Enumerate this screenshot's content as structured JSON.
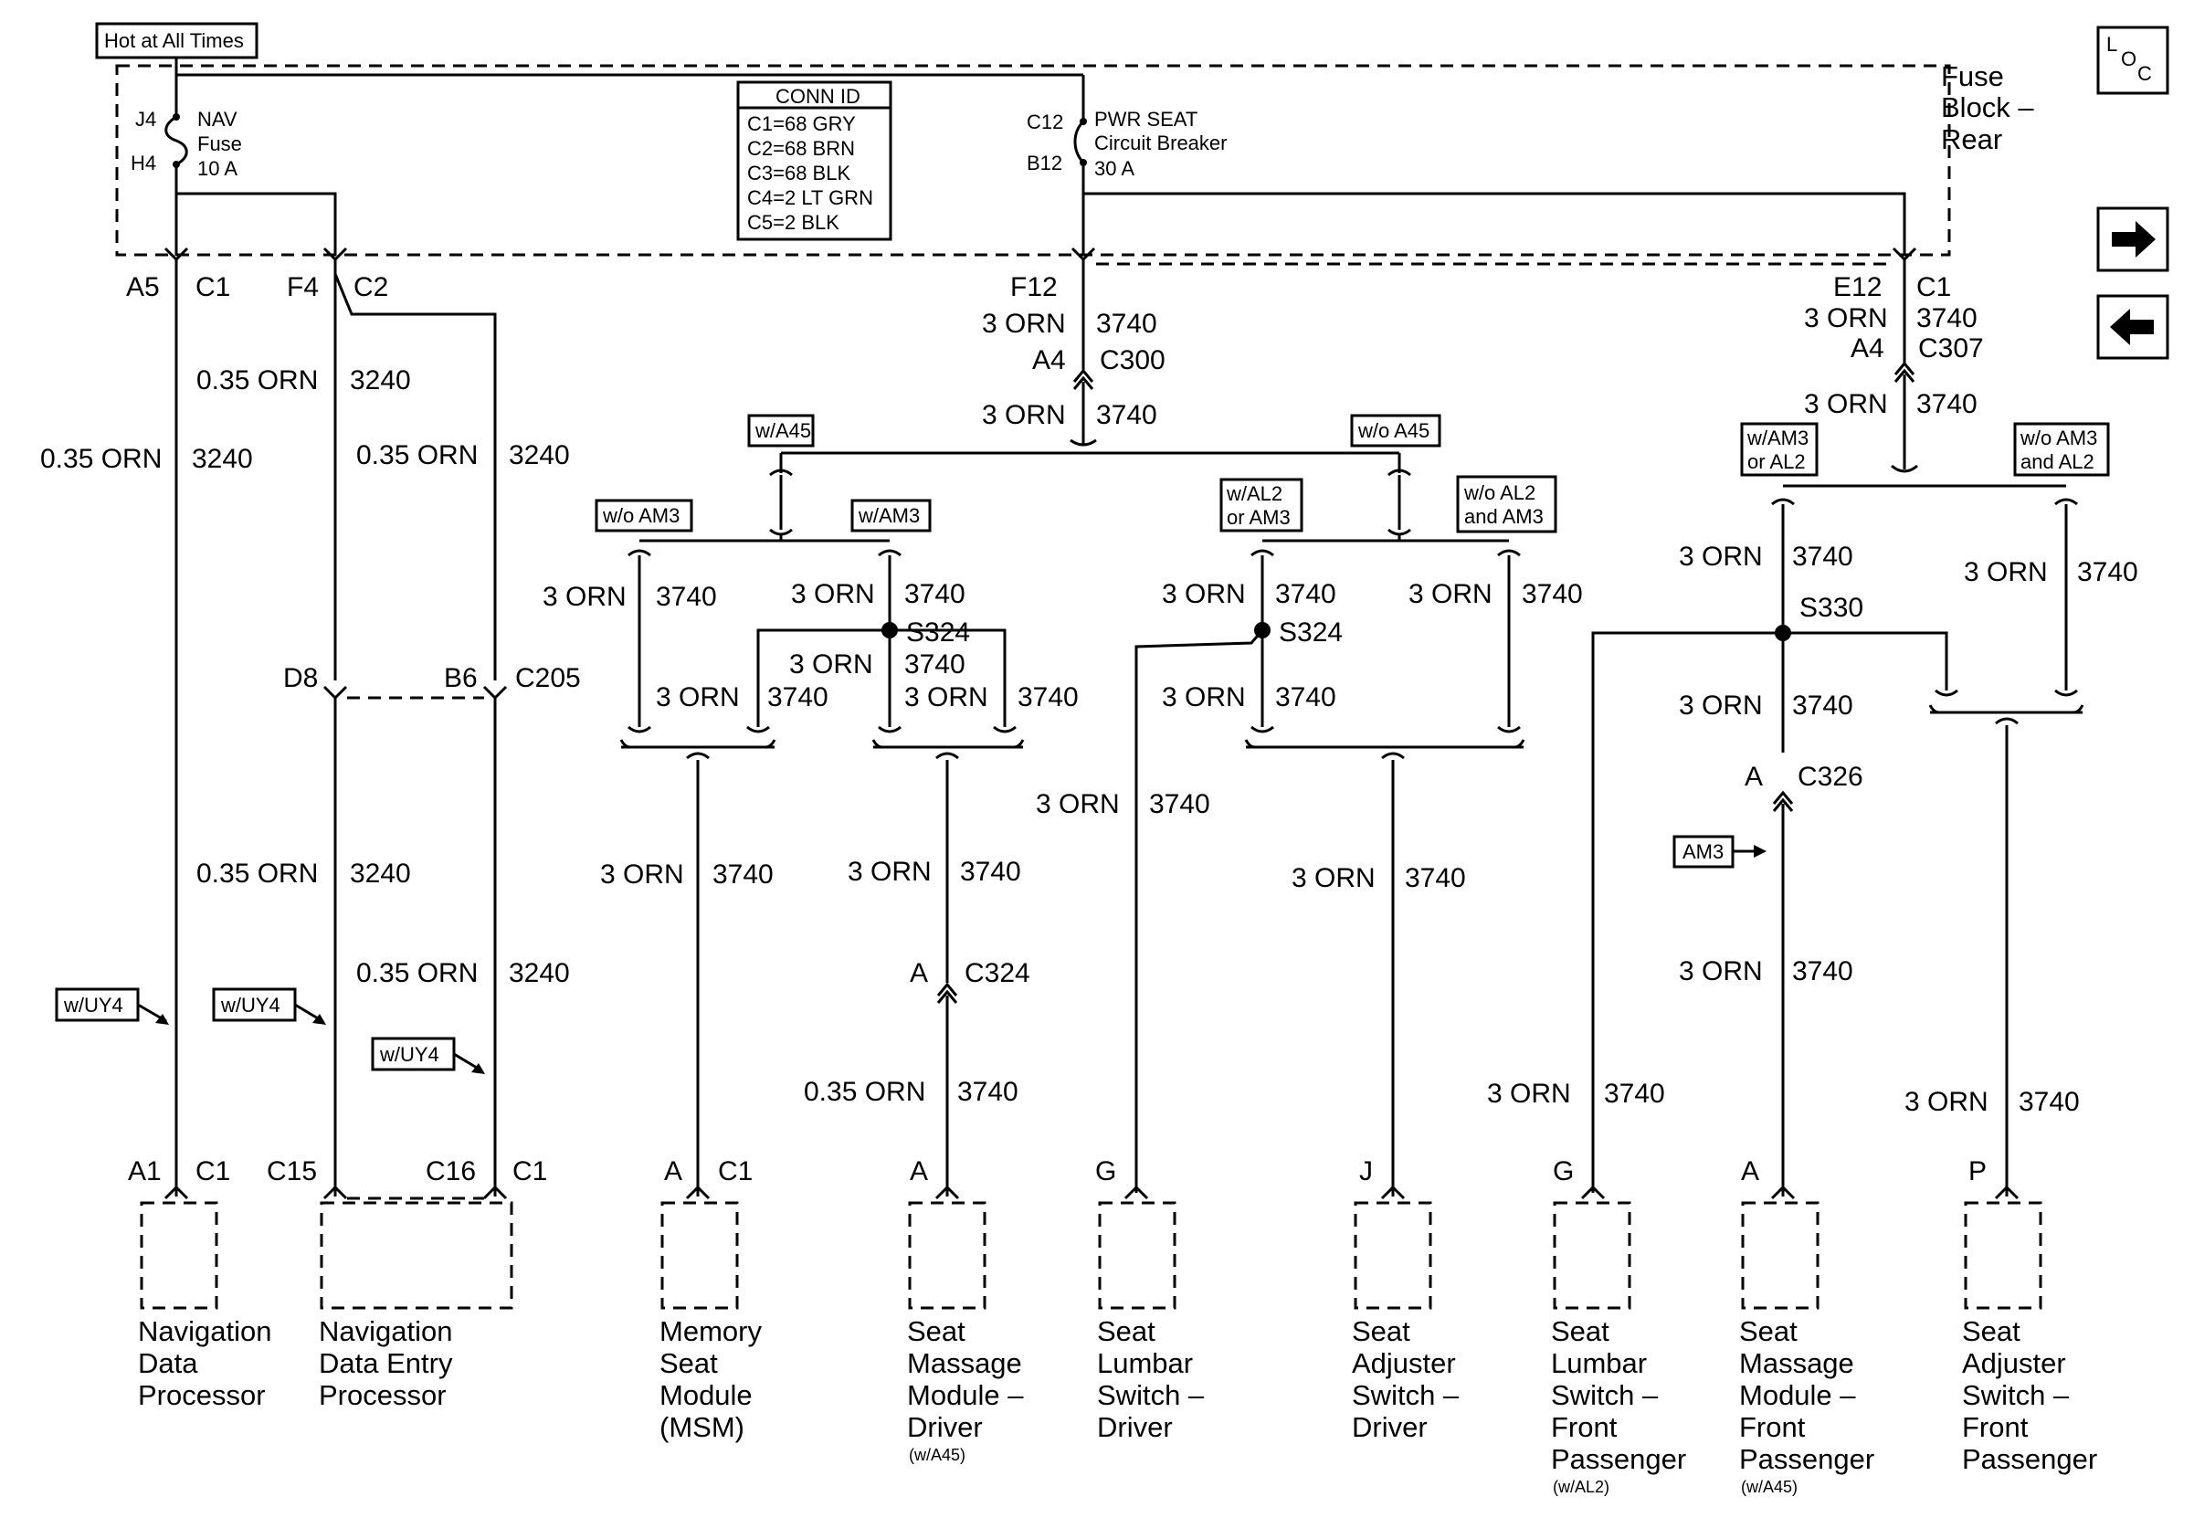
{
  "hot_label": "Hot at All Times",
  "fuse_block": {
    "line1": "Fuse",
    "line2": "Block –",
    "line3": "Rear"
  },
  "nav_fuse": {
    "pin_top": "J4",
    "pin_bottom": "H4",
    "line1": "NAV",
    "line2": "Fuse",
    "line3": "10 A"
  },
  "breaker": {
    "pin_top": "C12",
    "pin_bottom": "B12",
    "line1": "PWR SEAT",
    "line2": "Circuit Breaker",
    "line3": "30 A"
  },
  "conn_id": {
    "title": "CONN ID",
    "rows": [
      "C1=68 GRY",
      "C2=68 BRN",
      "C3=68 BLK",
      "C4=2 LT GRN",
      "C5=2 BLK"
    ]
  },
  "loc_icon": {
    "l": "L",
    "o": "O",
    "c": "C"
  },
  "nav_buttons": {
    "next_icon": "arrow-right",
    "prev_icon": "arrow-left"
  },
  "labels": {
    "a5": "A5",
    "c1": "C1",
    "f4": "F4",
    "c2": "C2",
    "f12": "F12",
    "e12": "E12",
    "a4": "A4",
    "c300": "C300",
    "c307": "C307",
    "d8": "D8",
    "b6": "B6",
    "c205": "C205",
    "s324": "S324",
    "s330": "S330",
    "a": "A",
    "c326": "C326",
    "c324": "C324",
    "a1": "A1",
    "c15": "C15",
    "c16": "C16",
    "g": "G",
    "j": "J",
    "p": "P"
  },
  "wire": {
    "orn035": "0.35 ORN",
    "orn3": "3 ORN",
    "c3240": "3240",
    "c3740": "3740"
  },
  "options": {
    "wA45": "w/A45",
    "woA45": "w/o A45",
    "woAM3": "w/o AM3",
    "wAM3": "w/AM3",
    "wAL2orAM3_1": "w/AL2",
    "wAL2orAM3_2": "or AM3",
    "woAL2andAM3_1": "w/o AL2",
    "woAL2andAM3_2": "and AM3",
    "wAM3orAL2_1": "w/AM3",
    "wAM3orAL2_2": "or AL2",
    "woAM3andAL2_1": "w/o AM3",
    "woAM3andAL2_2": "and AL2",
    "wUY4": "w/UY4",
    "am3": "AM3"
  },
  "components": {
    "ndp": [
      "Navigation",
      "Data",
      "Processor"
    ],
    "ndep": [
      "Navigation",
      "Data Entry",
      "Processor"
    ],
    "msm": [
      "Memory",
      "Seat",
      "Module",
      "(MSM)"
    ],
    "smd": [
      "Seat",
      "Massage",
      "Module –",
      "Driver"
    ],
    "smd_note": "(w/A45)",
    "sld": [
      "Seat",
      "Lumbar",
      "Switch –",
      "Driver"
    ],
    "sad": [
      "Seat",
      "Adjuster",
      "Switch –",
      "Driver"
    ],
    "slp": [
      "Seat",
      "Lumbar",
      "Switch –",
      "Front",
      "Passenger"
    ],
    "slp_note": "(w/AL2)",
    "smp": [
      "Seat",
      "Massage",
      "Module –",
      "Front",
      "Passenger"
    ],
    "smp_note": "(w/A45)",
    "sap": [
      "Seat",
      "Adjuster",
      "Switch –",
      "Front",
      "Passenger"
    ]
  }
}
